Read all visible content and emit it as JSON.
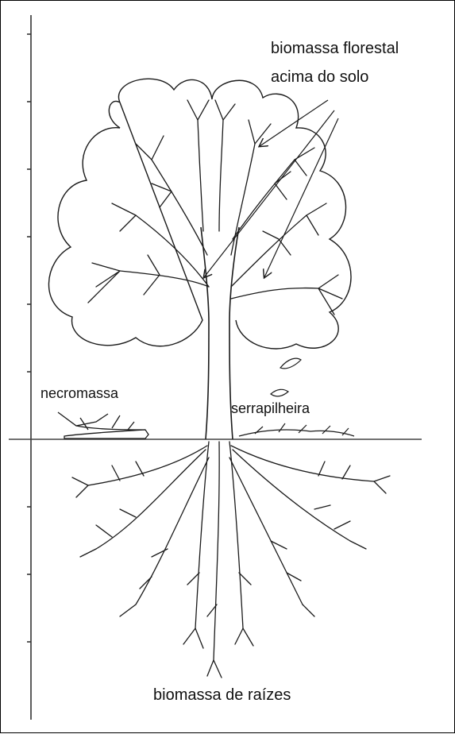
{
  "labels": {
    "above_ground_line1": "biomassa florestal",
    "above_ground_line2": "acima do solo",
    "necromass": "necromassa",
    "litter": "serrapilheira",
    "roots": "biomassa de raízes"
  },
  "colors": {
    "ink": "#1a1a1a",
    "ground_line": "#444444",
    "background": "#ffffff"
  }
}
